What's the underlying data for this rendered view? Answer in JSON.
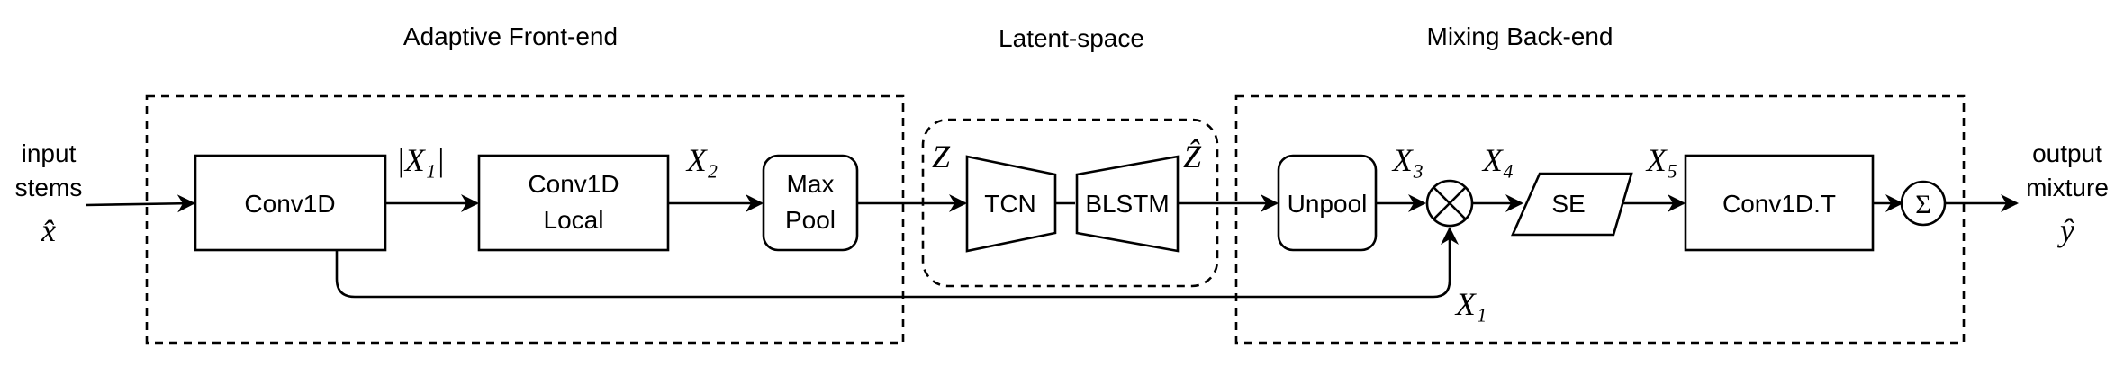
{
  "groups": {
    "frontend": "Adaptive Front-end",
    "latent": "Latent-space",
    "backend": "Mixing Back-end"
  },
  "input": {
    "line1": "input",
    "line2": "stems",
    "symbol": "x̂"
  },
  "output": {
    "line1": "output",
    "line2": "mixture",
    "symbol": "ŷ"
  },
  "blocks": {
    "conv1d": "Conv1D",
    "conv1d_local_1": "Conv1D",
    "conv1d_local_2": "Local",
    "maxpool_1": "Max",
    "maxpool_2": "Pool",
    "tcn": "TCN",
    "blstm": "BLSTM",
    "unpool": "Unpool",
    "se": "SE",
    "conv1dt": "Conv1D.T"
  },
  "operators": {
    "multiply": "⊗",
    "sum": "Σ"
  },
  "signals": {
    "abs_x1": "|X₁|",
    "x2": "X₂",
    "z": "Z",
    "z_hat": "Ẑ",
    "x3": "X₃",
    "x4": "X₄",
    "x5": "X₅",
    "x1": "X₁"
  }
}
